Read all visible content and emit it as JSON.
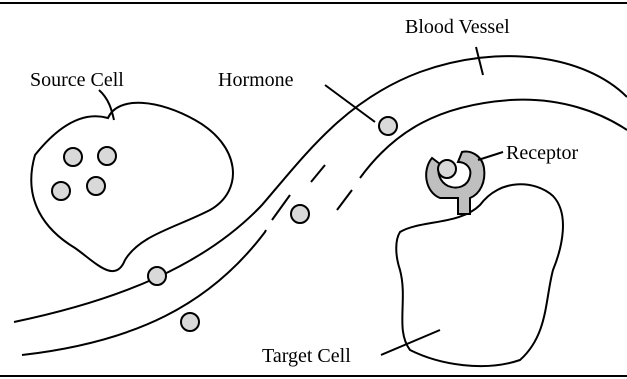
{
  "labels": {
    "blood_vessel": "Blood Vessel",
    "source_cell": "Source Cell",
    "hormone": "Hormone",
    "receptor": "Receptor",
    "target_cell": "Target Cell"
  },
  "colors": {
    "hormone_fill": "#d9d9d9",
    "receptor_fill": "#bfbfbf",
    "line": "#000000",
    "background": "#ffffff"
  }
}
